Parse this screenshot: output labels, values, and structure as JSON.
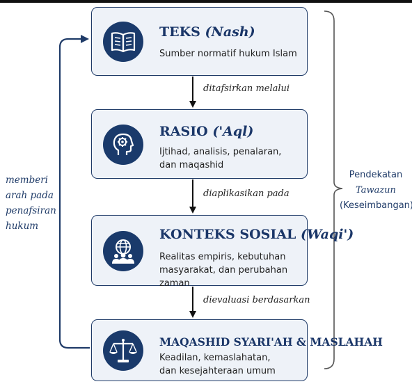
{
  "nodes": {
    "teks": {
      "title": "TEKS",
      "title_sub": "(Nash)",
      "desc": "Sumber normatif hukum Islam",
      "icon": "book-icon"
    },
    "rasio": {
      "title": "RASIO",
      "title_sub": "('Aql)",
      "desc_line1": "Ijtihad, analisis, penalaran,",
      "desc_line2": "dan maqashid",
      "icon": "head-gears-icon"
    },
    "konteks": {
      "title": "KONTEKS SOSIAL",
      "title_sub": "(Waqi')",
      "desc_line1": "Realitas empiris, kebutuhan",
      "desc_line2": "masyarakat, dan perubahan zaman",
      "icon": "globe-people-icon"
    },
    "maqashid": {
      "title": "MAQASHID SYARI'AH & MASLAHAH",
      "desc_line1": "Keadilan, kemaslahatan,",
      "desc_line2": "dan kesejahteraan umum",
      "icon": "scales-icon"
    }
  },
  "connectors": {
    "c1": "ditafsirkan melalui",
    "c2": "diaplikasikan pada",
    "c3": "dievaluasi berdasarkan"
  },
  "feedback": {
    "line1": "memberi",
    "line2": "arah pada",
    "line3": "penafsiran",
    "line4": "hukum"
  },
  "bracket": {
    "line1": "Pendekatan",
    "line2": "Tawazun",
    "line3": "(Keseimbangan)"
  },
  "colors": {
    "navy": "#1a3a6b",
    "box_fill": "#eef2f8",
    "border": "#1f3b68"
  }
}
